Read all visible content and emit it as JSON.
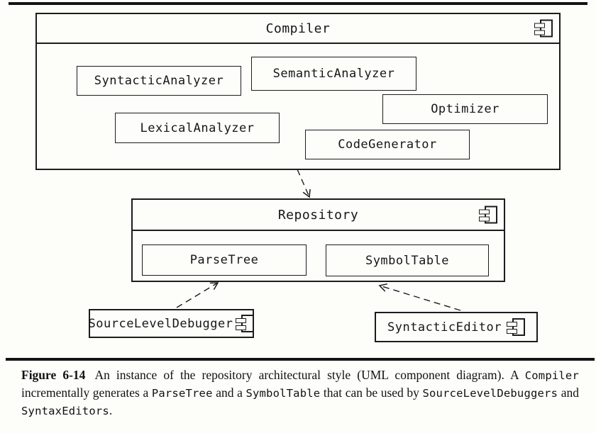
{
  "colors": {
    "line": "#1c1c1c",
    "background": "#fdfdfa"
  },
  "diagram": {
    "compiler": {
      "title": "Compiler",
      "modules": {
        "syntactic_analyzer": "SyntacticAnalyzer",
        "semantic_analyzer": "SemanticAnalyzer",
        "lexical_analyzer": "LexicalAnalyzer",
        "optimizer": "Optimizer",
        "code_generator": "CodeGenerator"
      }
    },
    "repository": {
      "title": "Repository",
      "modules": {
        "parse_tree": "ParseTree",
        "symbol_table": "SymbolTable"
      }
    },
    "external_components": {
      "source_level_debugger": "SourceLevelDebugger",
      "syntactic_editor": "SyntacticEditor"
    }
  },
  "caption": {
    "label": "Figure 6-14",
    "t1": "An instance of the repository architectural style (UML component diagram). A ",
    "c1": "Compiler",
    "t2": " incrementally generates a ",
    "c2": "ParseTree",
    "t3": " and a ",
    "c3": "SymbolTable",
    "t4": " that can be used by ",
    "c4": "SourceLevelDebuggers",
    "t5": " and ",
    "c5": "SyntaxEditors",
    "t6": "."
  }
}
